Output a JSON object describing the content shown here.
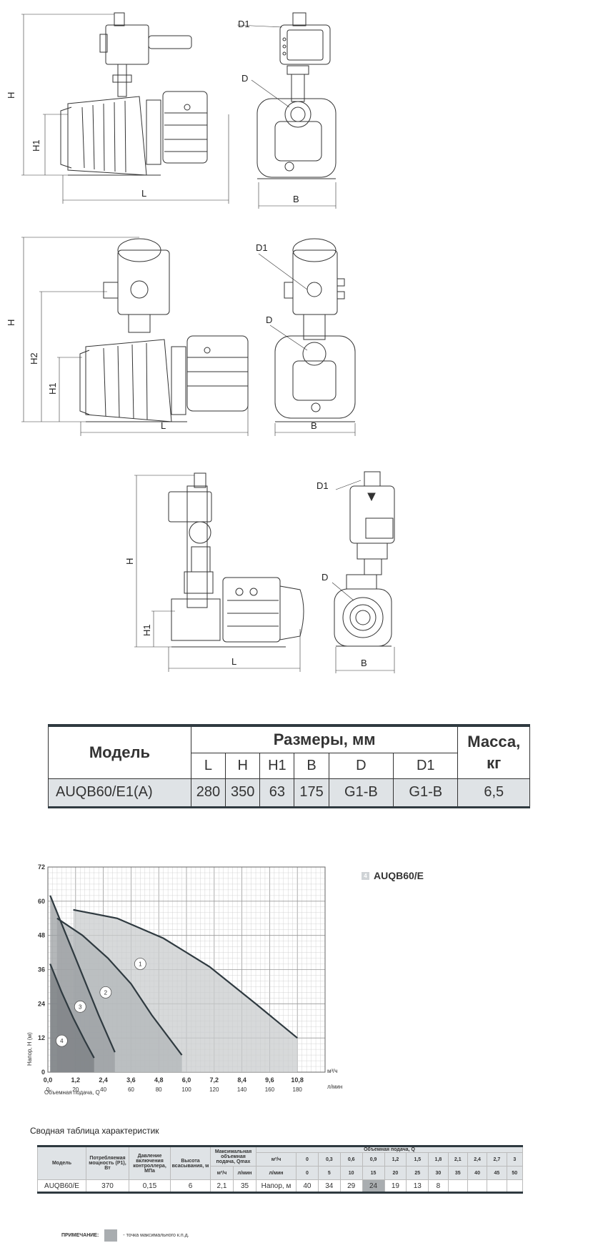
{
  "drawings": {
    "labels": {
      "H": "H",
      "H1": "H1",
      "H2": "H2",
      "L": "L",
      "B": "B",
      "D": "D",
      "D1": "D1"
    }
  },
  "dimensions_table": {
    "model_header": "Модель",
    "dims_header": "Размеры, мм",
    "mass_header_line1": "Масса,",
    "mass_header_line2": "кг",
    "columns": [
      "L",
      "H",
      "H1",
      "B",
      "D",
      "D1"
    ],
    "row": {
      "model": "AUQB60/E1(A)",
      "values": [
        "280",
        "350",
        "63",
        "175",
        "G1-B",
        "G1-B"
      ],
      "mass": "6,5"
    }
  },
  "chart_data": {
    "type": "area",
    "x_ticks_m3h": [
      "0,0",
      "1,2",
      "2,4",
      "3,6",
      "4,8",
      "6,0",
      "7,2",
      "8,4",
      "9,6",
      "10,8"
    ],
    "x_ticks_lmin": [
      "0",
      "20",
      "40",
      "60",
      "80",
      "100",
      "120",
      "140",
      "160",
      "180"
    ],
    "y_ticks": [
      "0",
      "12",
      "24",
      "36",
      "48",
      "60",
      "72"
    ],
    "x_unit_top": "м³/ч",
    "x_unit_bottom": "л/мин",
    "xlabel": "Объемная подача, Q",
    "ylabel": "Напор, H (м)",
    "ylim": [
      0,
      72
    ],
    "xlim": [
      0,
      12
    ],
    "grid": true,
    "series": [
      {
        "name": "1",
        "points": [
          [
            1.1,
            57
          ],
          [
            3.0,
            54
          ],
          [
            5.0,
            47
          ],
          [
            7.0,
            37
          ],
          [
            9.0,
            24
          ],
          [
            10.8,
            12
          ]
        ]
      },
      {
        "name": "2",
        "points": [
          [
            0.4,
            54
          ],
          [
            1.5,
            48
          ],
          [
            2.6,
            40
          ],
          [
            3.6,
            31
          ],
          [
            4.5,
            20
          ],
          [
            5.8,
            6
          ]
        ]
      },
      {
        "name": "3",
        "points": [
          [
            0.1,
            62
          ],
          [
            0.8,
            48
          ],
          [
            1.5,
            34
          ],
          [
            2.2,
            20
          ],
          [
            2.9,
            7
          ]
        ]
      },
      {
        "name": "4",
        "points": [
          [
            0.1,
            38
          ],
          [
            0.6,
            28
          ],
          [
            1.1,
            19
          ],
          [
            1.6,
            11
          ],
          [
            2.0,
            5
          ]
        ]
      }
    ],
    "legend_badge": "4",
    "legend": "AUQB60/E"
  },
  "summary": {
    "title": "Сводная таблица характеристик",
    "headers": {
      "model": "Модель",
      "power": "Потребляемая мощность (P1), Вт",
      "pressure": "Давление включения контроллера, МПа",
      "suction": "Высота всасывания, м",
      "qmax": "Максимальная объемная подача, Qmax",
      "qmax_m3h": "м³/ч",
      "qmax_lmin": "л/мин",
      "flow": "Объемная подача, Q",
      "flow_m3h_label": "м³/ч",
      "flow_lmin_label": "л/мин",
      "head_label": "Напор, м"
    },
    "flow_m3h": [
      "0",
      "0,3",
      "0,6",
      "0,9",
      "1,2",
      "1,5",
      "1,8",
      "2,1",
      "2,4",
      "2,7",
      "3"
    ],
    "flow_lmin": [
      "0",
      "5",
      "10",
      "15",
      "20",
      "25",
      "30",
      "35",
      "40",
      "45",
      "50"
    ],
    "row": {
      "model": "AUQB60/E",
      "power": "370",
      "pressure": "0,15",
      "suction": "6",
      "qmax_m3h": "2,1",
      "qmax_lmin": "35",
      "heads": [
        "40",
        "34",
        "29",
        "24",
        "19",
        "13",
        "8",
        "",
        "",
        "",
        ""
      ]
    }
  },
  "note": {
    "label": "ПРИМЕЧАНИЕ:",
    "text": "- точка максимального к.п.д."
  }
}
